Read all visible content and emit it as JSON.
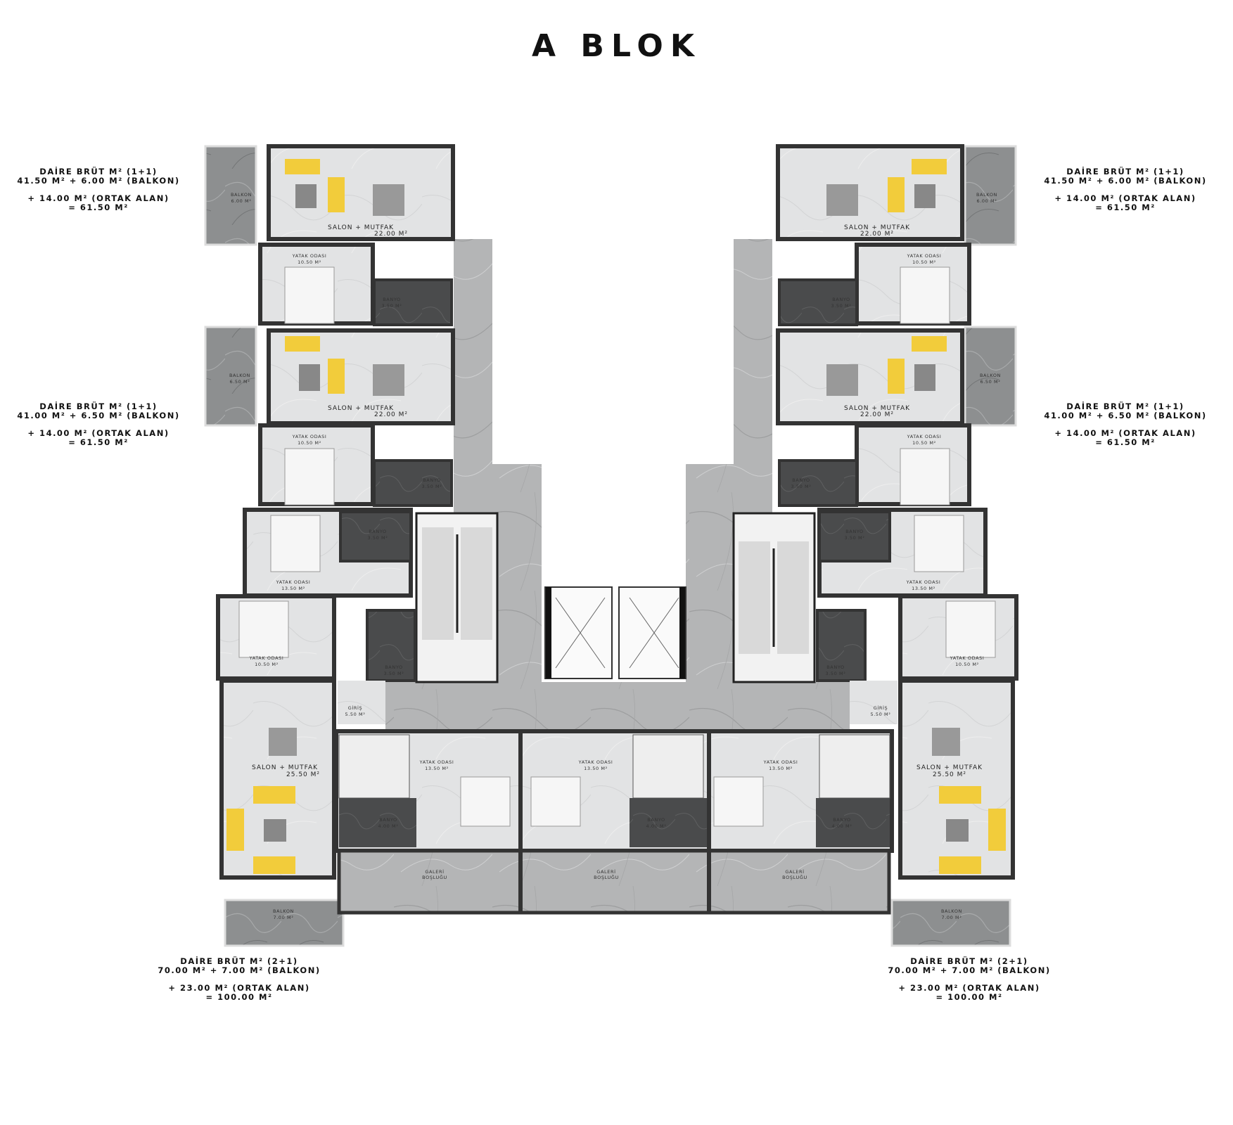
{
  "title": "A BLOK",
  "units": {
    "top_left": {
      "line1": "DAİRE BRÜT M² (1+1)",
      "line2": "41.50 M² + 6.00 M² (BALKON)",
      "line3": "+ 14.00 M² (ORTAK ALAN)",
      "line4": "= 61.50 M²"
    },
    "top_right": {
      "line1": "DAİRE BRÜT M² (1+1)",
      "line2": "41.50 M² + 6.00 M² (BALKON)",
      "line3": "+ 14.00 M² (ORTAK ALAN)",
      "line4": "= 61.50 M²"
    },
    "mid_left": {
      "line1": "DAİRE BRÜT M² (1+1)",
      "line2": "41.00 M² + 6.50 M² (BALKON)",
      "line3": "+ 14.00 M² (ORTAK ALAN)",
      "line4": "= 61.50 M²"
    },
    "mid_right": {
      "line1": "DAİRE BRÜT M² (1+1)",
      "line2": "41.00 M² + 6.50 M² (BALKON)",
      "line3": "+ 14.00 M² (ORTAK ALAN)",
      "line4": "= 61.50 M²"
    },
    "bottom_left": {
      "line1": "DAİRE BRÜT M² (2+1)",
      "line2": "70.00 M² + 7.00 M² (BALKON)",
      "line3": "+ 23.00 M² (ORTAK ALAN)",
      "line4": "= 100.00 M²"
    },
    "bottom_right": {
      "line1": "DAİRE BRÜT M² (2+1)",
      "line2": "70.00 M² + 7.00 M² (BALKON)",
      "line3": "+ 23.00 M² (ORTAK ALAN)",
      "line4": "= 100.00 M²"
    }
  },
  "rooms": {
    "balkon_6": {
      "name": "BALKON",
      "area": "6.00 M²"
    },
    "balkon_65": {
      "name": "BALKON",
      "area": "6.50 M²"
    },
    "balkon_7": {
      "name": "BALKON",
      "area": "7.00 M²"
    },
    "salon_22": {
      "name": "SALON + MUTFAK",
      "area": "22.00 M²"
    },
    "salon_255": {
      "name": "SALON + MUTFAK",
      "area": "25.50 M²"
    },
    "yatak_105": {
      "name": "YATAK ODASI",
      "area": "10.50 M²"
    },
    "yatak_135": {
      "name": "YATAK ODASI",
      "area": "13.50 M²"
    },
    "banyo_35": {
      "name": "BANYO",
      "area": "3.50 M²"
    },
    "banyo_4": {
      "name": "BANYO",
      "area": "4.00 M²"
    },
    "giris": {
      "name": "GİRİŞ",
      "area": "5.50 M²"
    },
    "galeri": {
      "name1": "GALERİ",
      "name2": "BOŞLUĞU"
    }
  },
  "colors": {
    "marble": "#b8b9ba",
    "wall": "#3a3a3a",
    "floor": "#e3e3e3",
    "sofa": "#f2cc3b"
  }
}
